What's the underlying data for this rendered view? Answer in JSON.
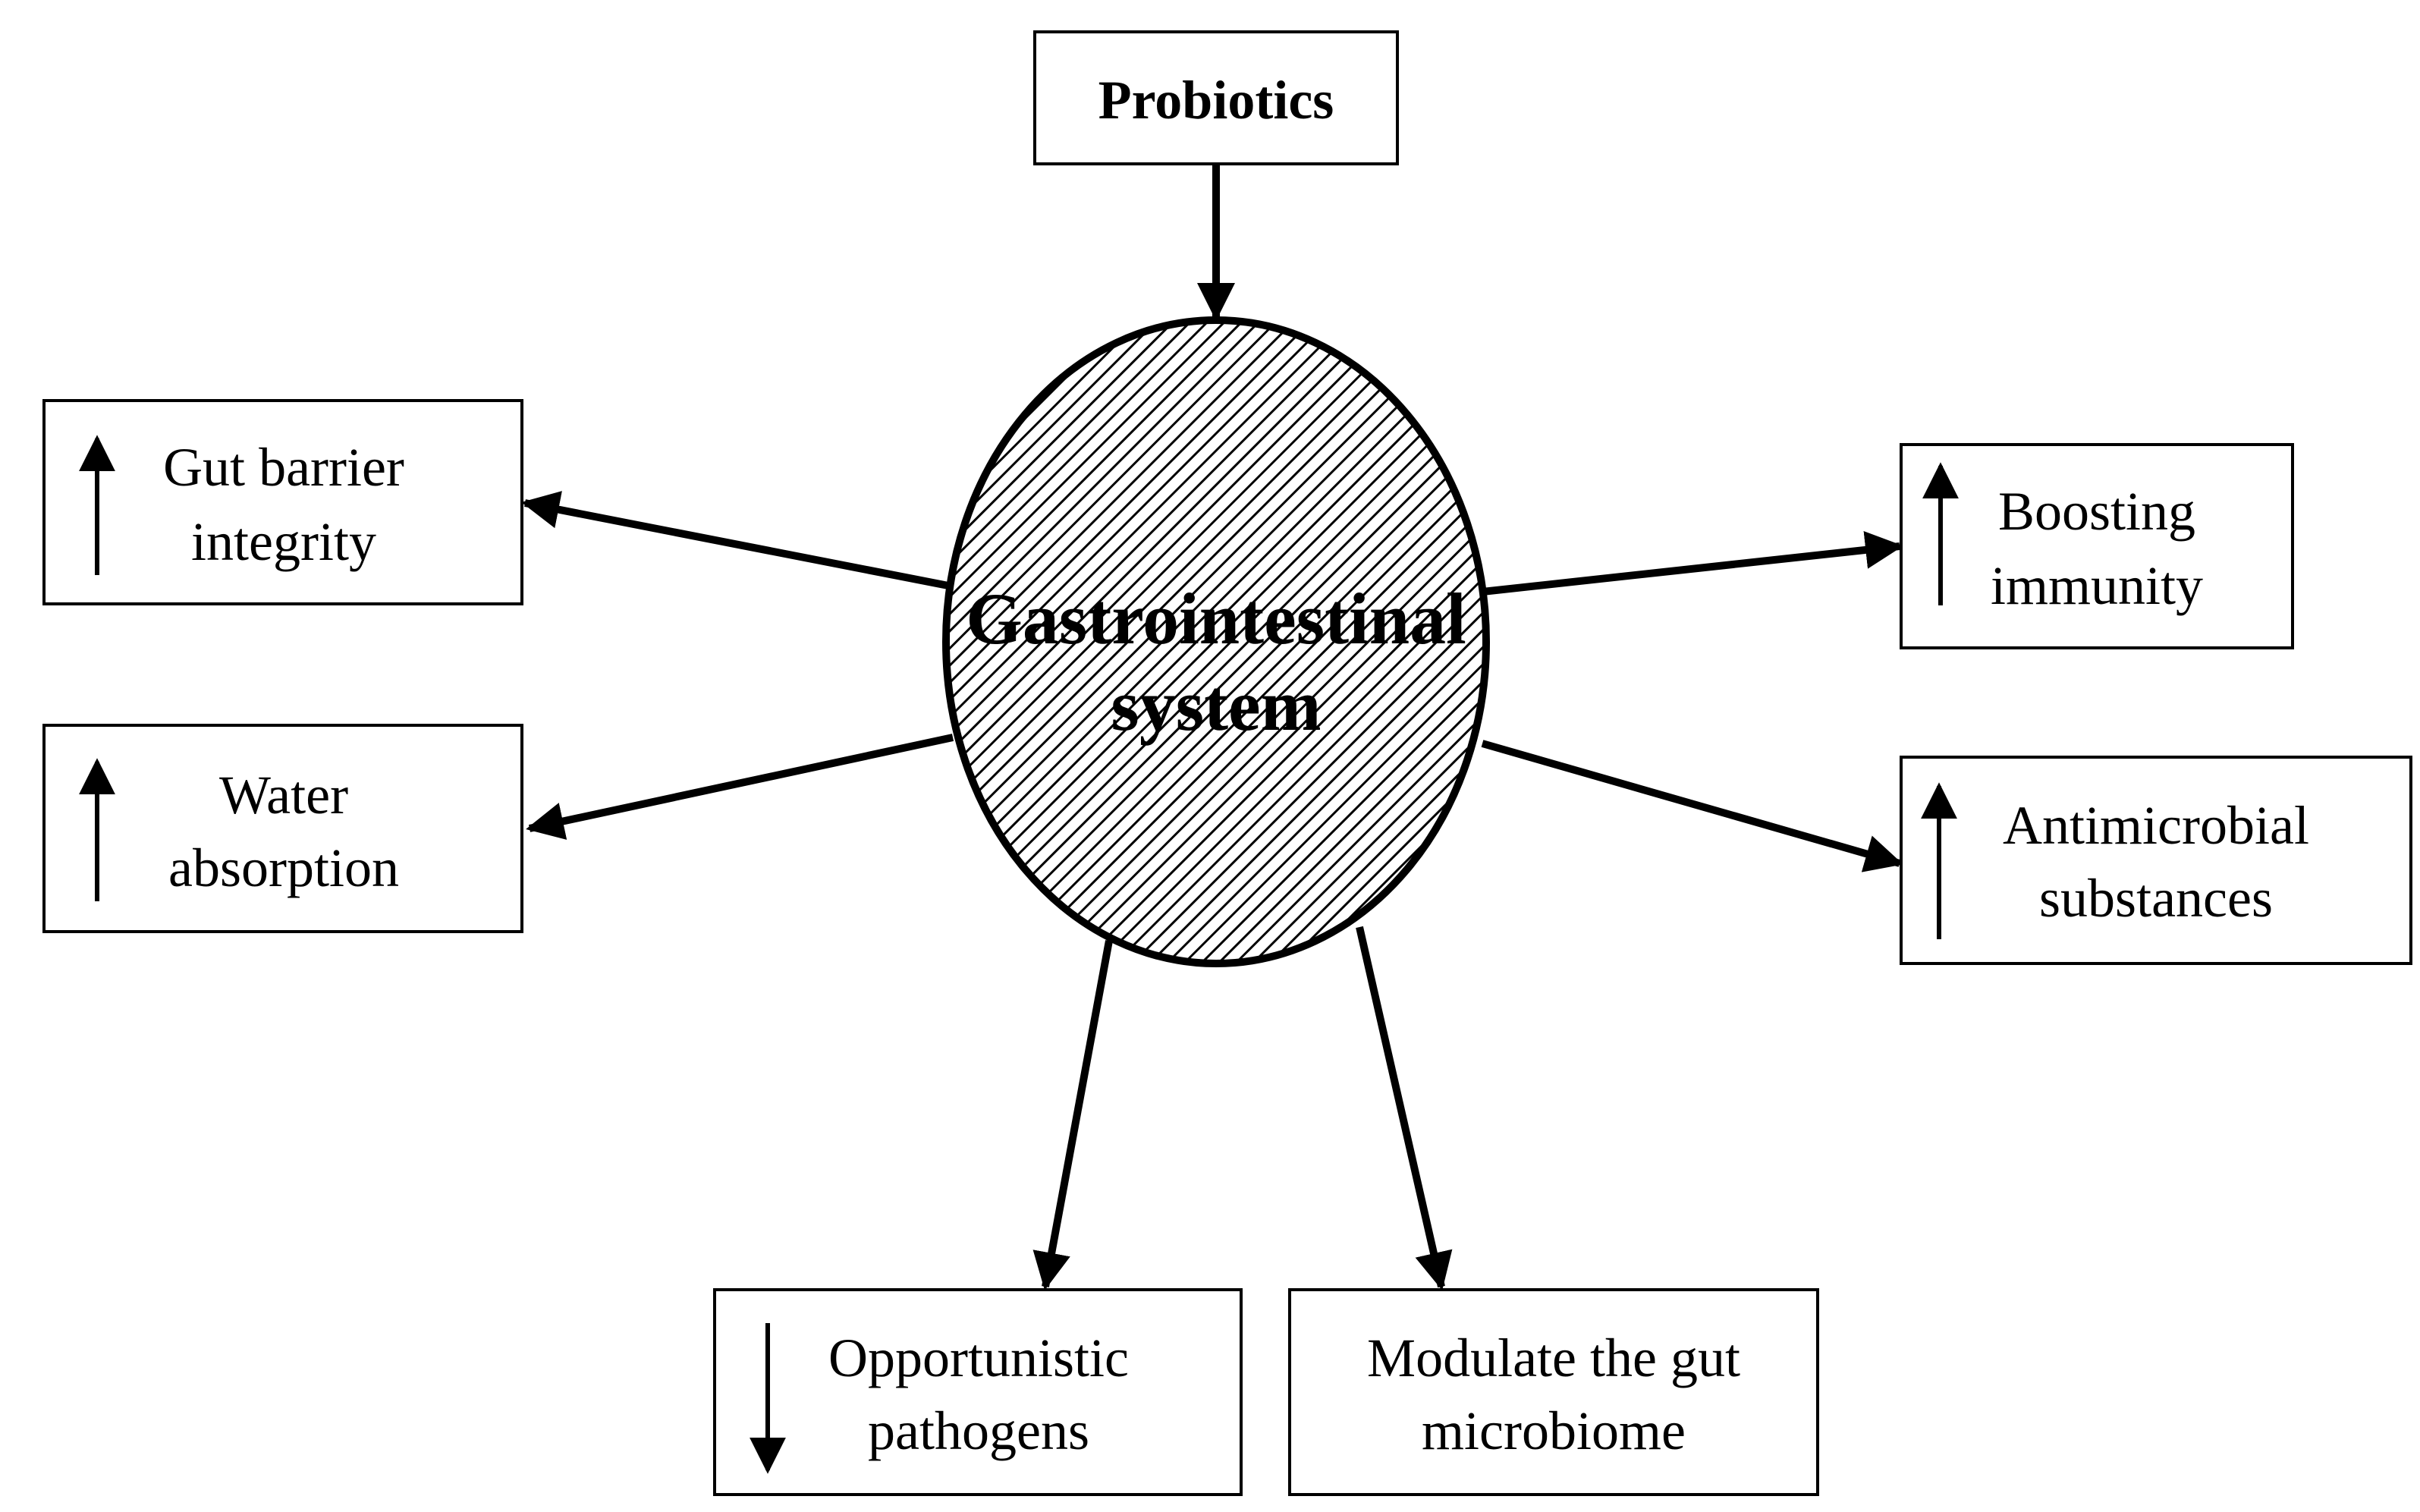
{
  "diagram": {
    "source": {
      "label": "Probiotics"
    },
    "center": {
      "line1": "Gastrointestinal",
      "line2": "system"
    },
    "effects": [
      {
        "direction": "up",
        "line1": "Gut barrier",
        "line2": "integrity"
      },
      {
        "direction": "up",
        "line1": "Water",
        "line2": "absorption"
      },
      {
        "direction": "up",
        "line1": "Boosting",
        "line2": "immunity"
      },
      {
        "direction": "up",
        "line1": "Antimicrobial",
        "line2": "substances"
      },
      {
        "direction": "down",
        "line1": "Opportunistic",
        "line2": "pathogens"
      },
      {
        "direction": "none",
        "line1": "Modulate the gut",
        "line2": "microbiome"
      }
    ]
  }
}
